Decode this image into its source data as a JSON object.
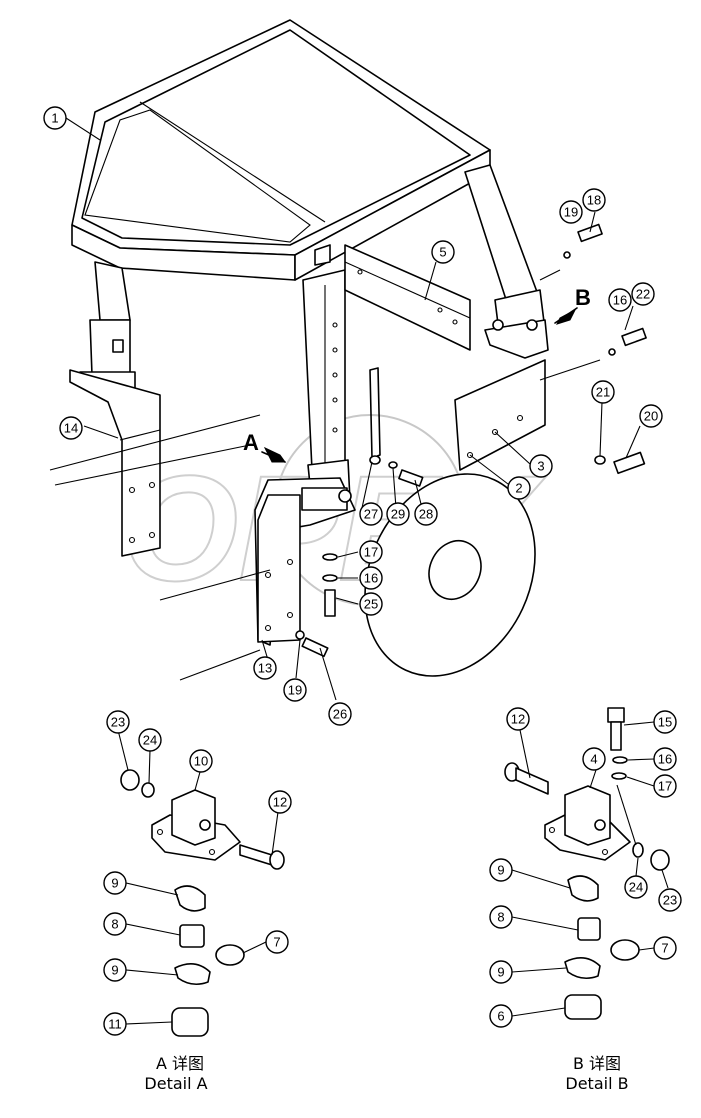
{
  "views": {
    "a_letter": "A",
    "b_letter": "B"
  },
  "watermark": "OPEX",
  "captions": {
    "detail_a_cn": "A 详图",
    "detail_a_en": "Detail A",
    "detail_b_cn": "B 详图",
    "detail_b_en": "Detail B"
  },
  "callouts": {
    "c1": "1",
    "c2": "2",
    "c3": "3",
    "c5": "5",
    "c13": "13",
    "c14": "14",
    "c16a": "16",
    "c16b": "16",
    "c17": "17",
    "c18": "18",
    "c19a": "19",
    "c19b": "19",
    "c20": "20",
    "c21": "21",
    "c22": "22",
    "c25": "25",
    "c26": "26",
    "c27": "27",
    "c28": "28",
    "c29": "29",
    "a4_23": "23",
    "a4_24": "24",
    "a4_10": "10",
    "a4_12": "12",
    "a4_9a": "9",
    "a4_8": "8",
    "a4_7": "7",
    "a4_9b": "9",
    "a4_11": "11",
    "b_12": "12",
    "b_15": "15",
    "b_4": "4",
    "b_16": "16",
    "b_17": "17",
    "b_24": "24",
    "b_23": "23",
    "b_9a": "9",
    "b_8": "8",
    "b_7": "7",
    "b_9b": "9",
    "b_6": "6"
  }
}
